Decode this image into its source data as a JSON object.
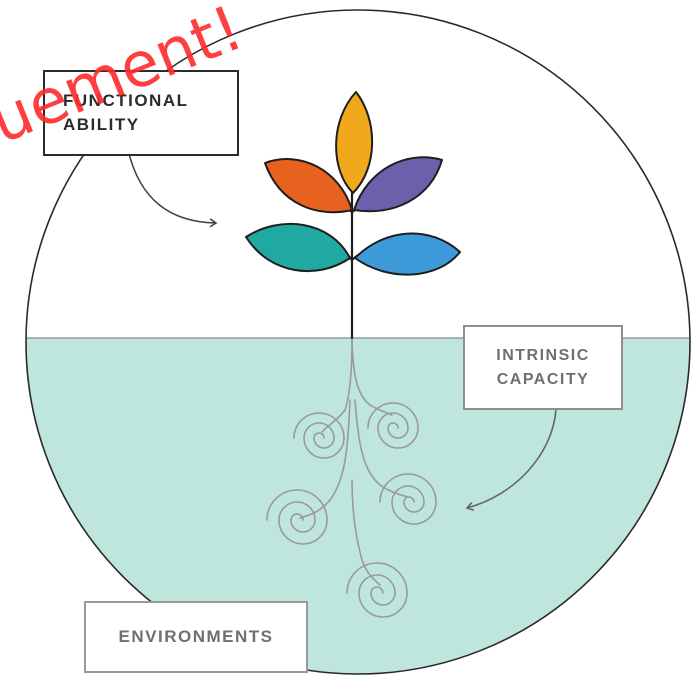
{
  "labels": {
    "functional_ability": [
      "FUNCTIONAL",
      "ABILITY"
    ],
    "intrinsic_capacity": [
      "INTRINSIC",
      "CAPACITY"
    ],
    "environments": "ENVIRONMENTS"
  },
  "watermark": "uement!",
  "colors": {
    "background": "#ffffff",
    "ground": "#bfe6dc",
    "outline": "#2a2a2a",
    "root": "#9a9a9a",
    "leaf_top": "#f0a81c",
    "leaf_upper_left": "#e8621f",
    "leaf_upper_right": "#6d5fab",
    "leaf_lower_left": "#1fa9a1",
    "leaf_lower_right": "#3d9ad9",
    "watermark": "#ff2b2b"
  }
}
